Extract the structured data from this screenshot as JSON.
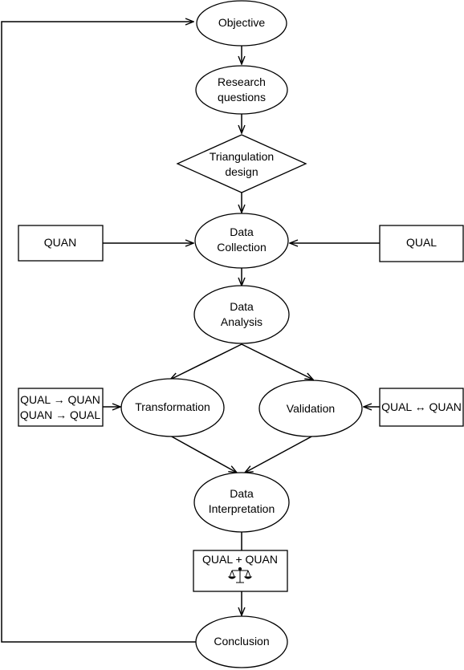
{
  "nodes": {
    "objective": {
      "lines": [
        "Objective"
      ]
    },
    "research_questions": {
      "lines": [
        "Research",
        "questions"
      ]
    },
    "triangulation_design": {
      "lines": [
        "Triangulation",
        "design"
      ]
    },
    "data_collection": {
      "lines": [
        "Data",
        "Collection"
      ]
    },
    "quan": {
      "lines": [
        "QUAN"
      ]
    },
    "qual": {
      "lines": [
        "QUAL"
      ]
    },
    "data_analysis": {
      "lines": [
        "Data",
        "Analysis"
      ]
    },
    "transformation": {
      "lines": [
        "Transformation"
      ]
    },
    "validation": {
      "lines": [
        "Validation"
      ]
    },
    "transform_box": {
      "lines": [
        "QUAL → QUAN",
        "QUAN → QUAL"
      ]
    },
    "validation_box": {
      "lines": [
        "QUAL ↔ QUAN"
      ]
    },
    "data_interpretation": {
      "lines": [
        "Data",
        "Interpretation"
      ]
    },
    "combine_box": {
      "lines": [
        "QUAL + QUAN"
      ],
      "icon": "balance-scale-icon"
    },
    "conclusion": {
      "lines": [
        "Conclusion"
      ]
    }
  },
  "colors": {
    "line": "#000000",
    "fill": "#ffffff"
  }
}
